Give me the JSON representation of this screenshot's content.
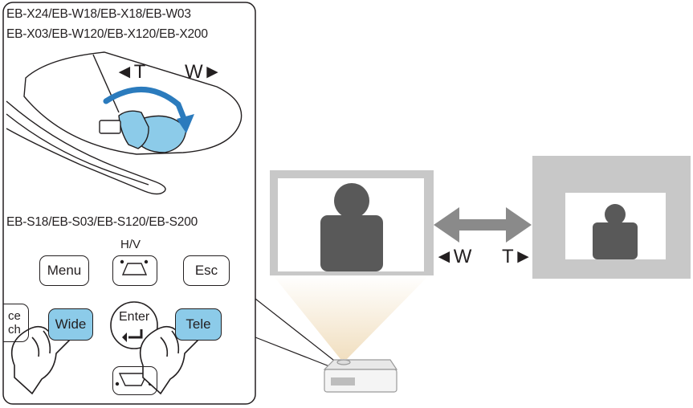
{
  "panel": {
    "models_top_line1": "EB-X24/EB-W18/EB-X18/EB-W03",
    "models_top_line2": "EB-X03/EB-W120/EB-X120/EB-X200",
    "models_bottom": "EB-S18/EB-S03/EB-S120/EB-S200",
    "ring_label_tele": "◄T",
    "ring_label_wide": "W►",
    "hv_label": "H/V",
    "buttons": {
      "menu": "Menu",
      "esc": "Esc",
      "wide": "Wide",
      "tele": "Tele",
      "enter": "Enter",
      "search_partial_1": "ce",
      "search_partial_2": "ch"
    }
  },
  "projection": {
    "wide_label": "◄W",
    "tele_label": "T►"
  },
  "colors": {
    "accent_blue": "#8ccbe9",
    "arrow_blue": "#2b7bbd",
    "arrow_gray": "#8a8a8a",
    "screen_gray": "#c8c8c8",
    "figure_gray": "#595959"
  }
}
